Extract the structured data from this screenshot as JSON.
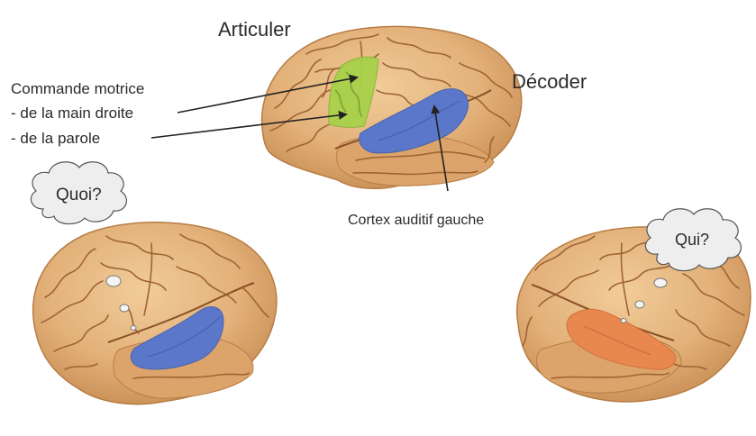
{
  "labels": {
    "articuler": "Articuler",
    "decoder": "Décoder",
    "commande_line1": "Commande motrice",
    "commande_line2": "- de la main droite",
    "commande_line3": "- de la parole",
    "cortex": "Cortex auditif gauche",
    "bubble_left": "Quoi?",
    "bubble_right": "Qui?"
  },
  "colors": {
    "brain_fill": "#e3b17a",
    "brain_edge": "#b67d45",
    "gyri": "#a06434",
    "motor_area": "#a8d14a",
    "auditory_blue": "#5b77c9",
    "auditory_orange": "#e8874e",
    "bubble_fill": "#eeeeee",
    "bubble_edge": "#555555"
  },
  "icons": {
    "brain_top": "brain-lateral-left-icon",
    "brain_left": "brain-lateral-left-icon",
    "brain_right": "brain-lateral-right-icon",
    "bubble": "thought-bubble-icon"
  }
}
